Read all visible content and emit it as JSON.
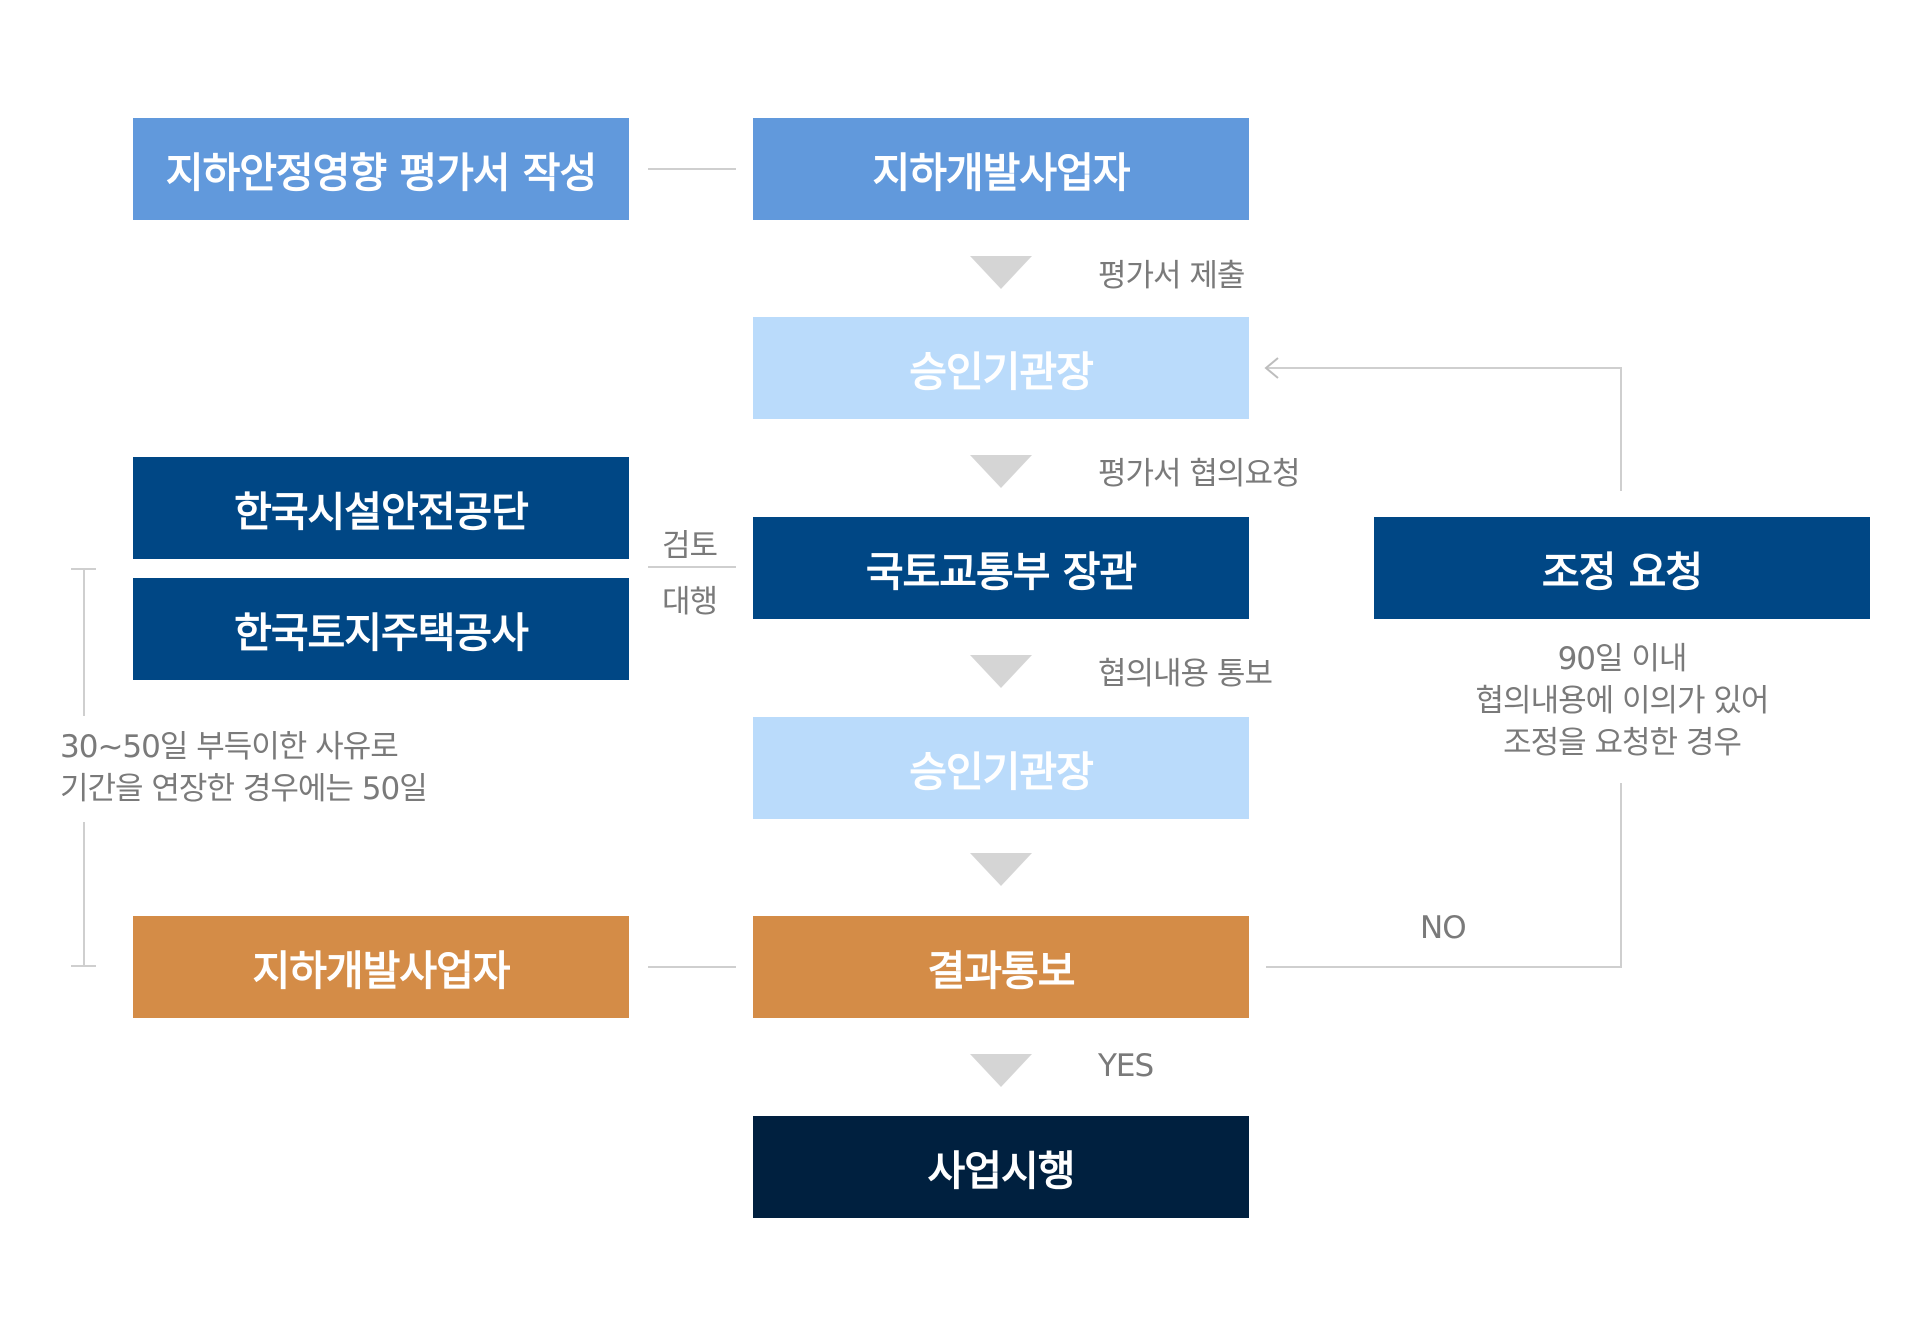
{
  "left": {
    "write_assessment": "지하안정영향 평가서 작성",
    "kalis": "한국시설안전공단",
    "lh": "한국토지주택공사",
    "developer_bottom": "지하개발사업자",
    "review_top": "검토",
    "review_bottom": "대행",
    "period_line1": "30~50일 부득이한 사유로",
    "period_line2": "기간을 연장한 경우에는 50일"
  },
  "center": {
    "developer": "지하개발사업자",
    "step1_label": "평가서 제출",
    "approver1": "승인기관장",
    "step2_label": "평가서 협의요청",
    "minister": "국토교통부 장관",
    "step3_label": "협의내용 통보",
    "approver2": "승인기관장",
    "result": "결과통보",
    "yes_label": "YES",
    "execution": "사업시행"
  },
  "right": {
    "adjust_request": "조정 요청",
    "note_line1": "90일 이내",
    "note_line2": "협의내용에 이의가 있어",
    "note_line3": "조정을 요청한 경우",
    "no_label": "NO"
  },
  "colors": {
    "mid_blue": "#6199dc",
    "light_blue": "#badbfb",
    "navy": "#004785",
    "orange": "#d48c47",
    "dark_navy": "#00203f",
    "label_gray": "#7a7a7a",
    "connector_gray": "#cfcfcf"
  }
}
